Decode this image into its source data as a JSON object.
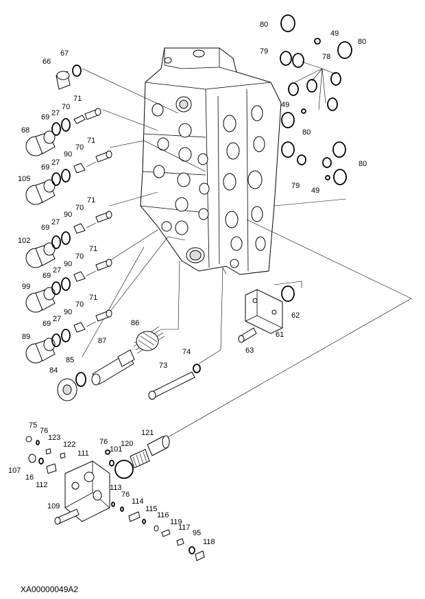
{
  "document_id": "XA00000049A2",
  "callouts": [
    "80",
    "49",
    "80",
    "79",
    "78",
    "66",
    "67",
    "71",
    "70",
    "69",
    "27",
    "68",
    "49",
    "80",
    "90",
    "71",
    "70",
    "69",
    "27",
    "105",
    "80",
    "79",
    "49",
    "71",
    "70",
    "90",
    "69",
    "27",
    "102",
    "71",
    "70",
    "90",
    "69",
    "27",
    "99",
    "62",
    "71",
    "70",
    "90",
    "69",
    "27",
    "89",
    "86",
    "61",
    "63",
    "87",
    "74",
    "85",
    "84",
    "73",
    "75",
    "76",
    "123",
    "122",
    "76",
    "101",
    "120",
    "121",
    "111",
    "107",
    "16",
    "112",
    "113",
    "76",
    "114",
    "109",
    "115",
    "116",
    "119",
    "117",
    "95",
    "118"
  ]
}
